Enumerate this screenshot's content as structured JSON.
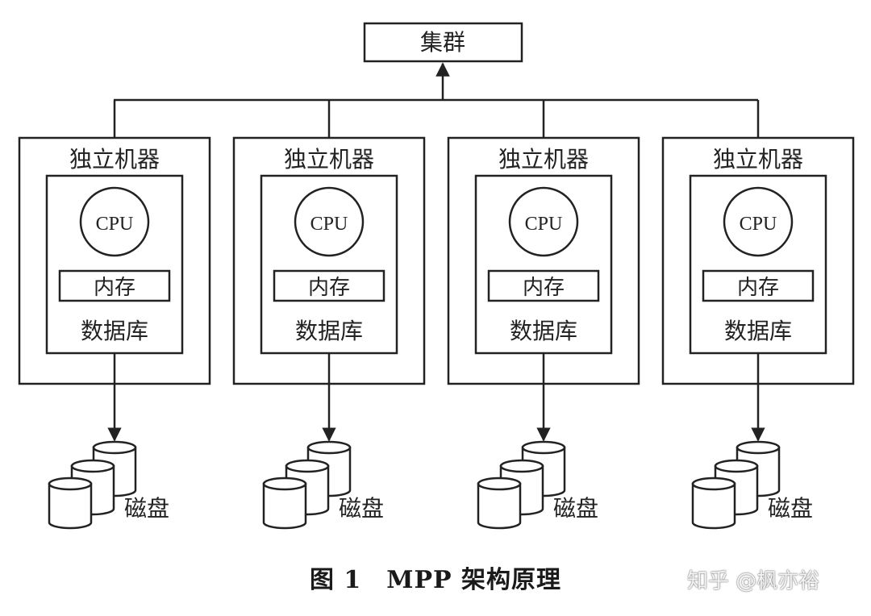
{
  "cluster": {
    "label": "集群"
  },
  "machines": [
    {
      "title": "独立机器",
      "cpu": "CPU",
      "memory": "内存",
      "database": "数据库",
      "disk": "磁盘"
    },
    {
      "title": "独立机器",
      "cpu": "CPU",
      "memory": "内存",
      "database": "数据库",
      "disk": "磁盘"
    },
    {
      "title": "独立机器",
      "cpu": "CPU",
      "memory": "内存",
      "database": "数据库",
      "disk": "磁盘"
    },
    {
      "title": "独立机器",
      "cpu": "CPU",
      "memory": "内存",
      "database": "数据库",
      "disk": "磁盘"
    }
  ],
  "caption": "图 1　MPP 架构原理",
  "watermark": "知乎 @枫亦裕"
}
